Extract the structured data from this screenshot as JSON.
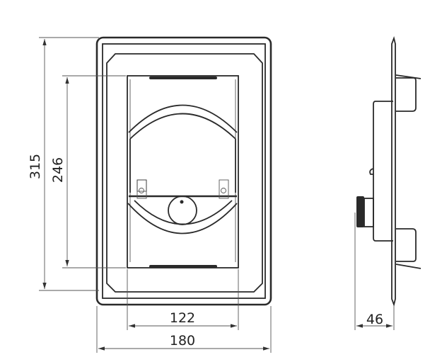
{
  "drawing": {
    "dimensions": {
      "overall_height": "315",
      "inner_height": "246",
      "inner_width": "122",
      "overall_width": "180",
      "depth": "46"
    },
    "colors": {
      "line": "#2a2a2a",
      "background": "#ffffff"
    }
  }
}
